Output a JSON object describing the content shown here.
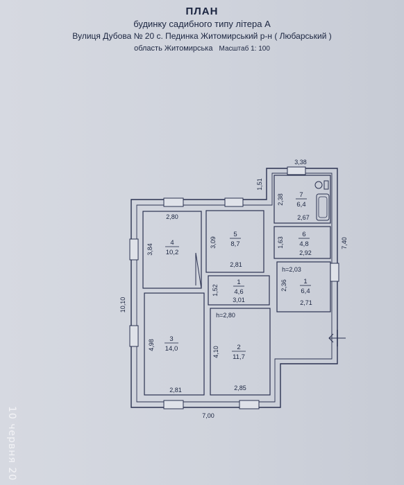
{
  "header": {
    "title": "ПЛАН",
    "subtitle": "будинку садибного типу літера   А",
    "street": "Вулиця   Дубова  № 20 с. Пединка   Житомирський   р-н ( Любарський )",
    "region": "область Житомирська",
    "scale": "Масштаб 1: 100"
  },
  "rooms": [
    {
      "id": "r4",
      "number": "4",
      "area": "10,2"
    },
    {
      "id": "r5",
      "number": "5",
      "area": "8,7"
    },
    {
      "id": "r1a",
      "number": "1",
      "area": "4,6"
    },
    {
      "id": "r3",
      "number": "3",
      "area": "14,0"
    },
    {
      "id": "r2",
      "number": "2",
      "area": "11,7"
    },
    {
      "id": "r7",
      "number": "7",
      "area": "6,4"
    },
    {
      "id": "r6",
      "number": "6",
      "area": "4,8"
    },
    {
      "id": "r1b",
      "number": "1",
      "area": "6,4"
    }
  ],
  "dimensions": {
    "annex_width": "3,38",
    "annex_offset": "1,51",
    "r7_height": "2,38",
    "r7_width": "2,67",
    "annex_depth": "7,40",
    "r6_height": "1,63",
    "r6_width": "2,92",
    "annex_ceiling": "h=2,03",
    "r1b_height": "2,36",
    "r1b_width": "2,71",
    "r4_width": "2,80",
    "r4_height": "3,84",
    "r5_height": "3,09",
    "r5_width": "2,81",
    "r1a_height": "1,52",
    "r1a_width": "3,01",
    "main_ceiling": "h=2,80",
    "r3_height": "4,98",
    "r3_width": "2,81",
    "r2_height": "4,10",
    "r2_width": "2,85",
    "total_depth": "10,10",
    "total_width": "7,00"
  },
  "stamp": {
    "date": "10 червня 20"
  }
}
